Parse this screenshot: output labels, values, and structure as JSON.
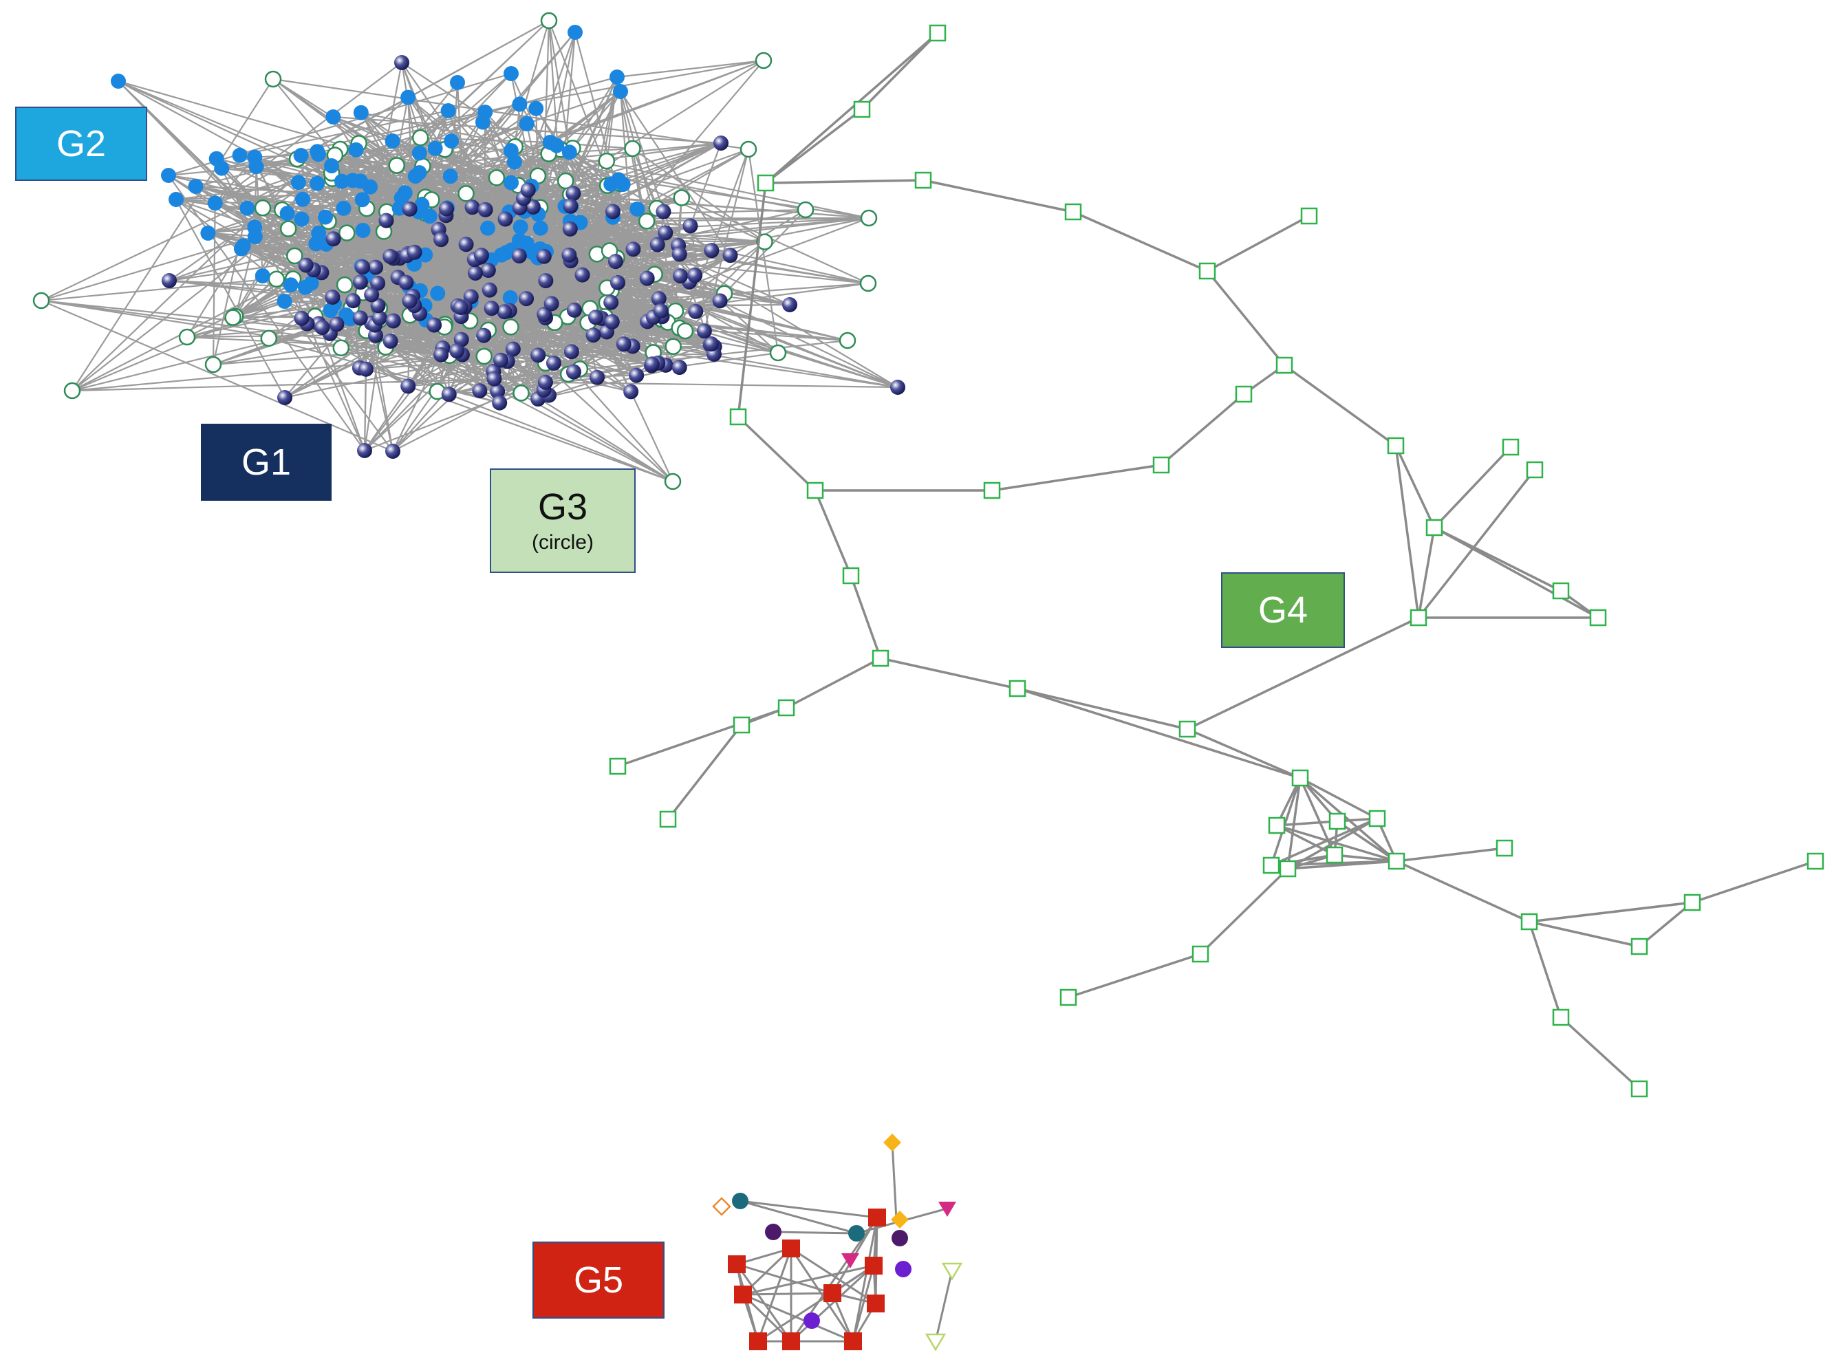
{
  "labels": {
    "g1": "G1",
    "g2": "G2",
    "g3": "G3",
    "g3_sub": "(circle)",
    "g4": "G4",
    "g5": "G5"
  },
  "colors": {
    "g1": "#15305e",
    "g2": "#1ea6df",
    "g3": "#c3e0b9",
    "g4": "#62ae4e",
    "g5": "#d02314",
    "edge": "#8a8a8a",
    "node_g1": "#1c1f6b",
    "node_g2": "#1b86e0",
    "node_g3_stroke": "#2e8b57",
    "node_g4_stroke": "#2db34a"
  },
  "legend_shapes": {
    "g1": "dark-blue-sphere",
    "g2": "blue-filled-circle",
    "g3": "green-open-circle",
    "g4": "green-open-square",
    "g5": "mixed-colored-markers"
  }
}
